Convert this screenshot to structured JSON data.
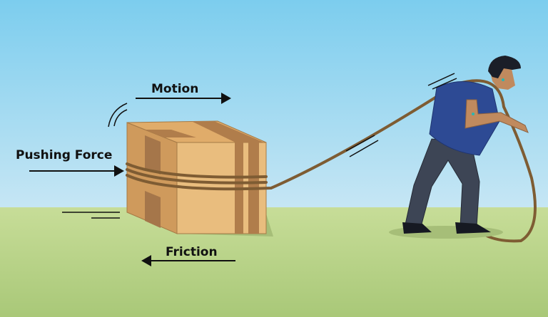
{
  "labels": {
    "motion": "Motion",
    "pushing_force": "Pushing Force",
    "friction": "Friction"
  },
  "colors": {
    "sky_top": "#7ccdee",
    "sky_bottom": "#c6e6f4",
    "ground": "#c2d98f",
    "box_front": "#e9bd7e",
    "box_side": "#cf9a5c",
    "box_top": "#e0ac6a",
    "tape": "#b07d4b",
    "rope": "#8e6a3d",
    "shirt": "#2d4a94",
    "pants": "#3d4555",
    "skin": "#c08a5e",
    "hair": "#1b1e28",
    "arrow": "#111111"
  }
}
